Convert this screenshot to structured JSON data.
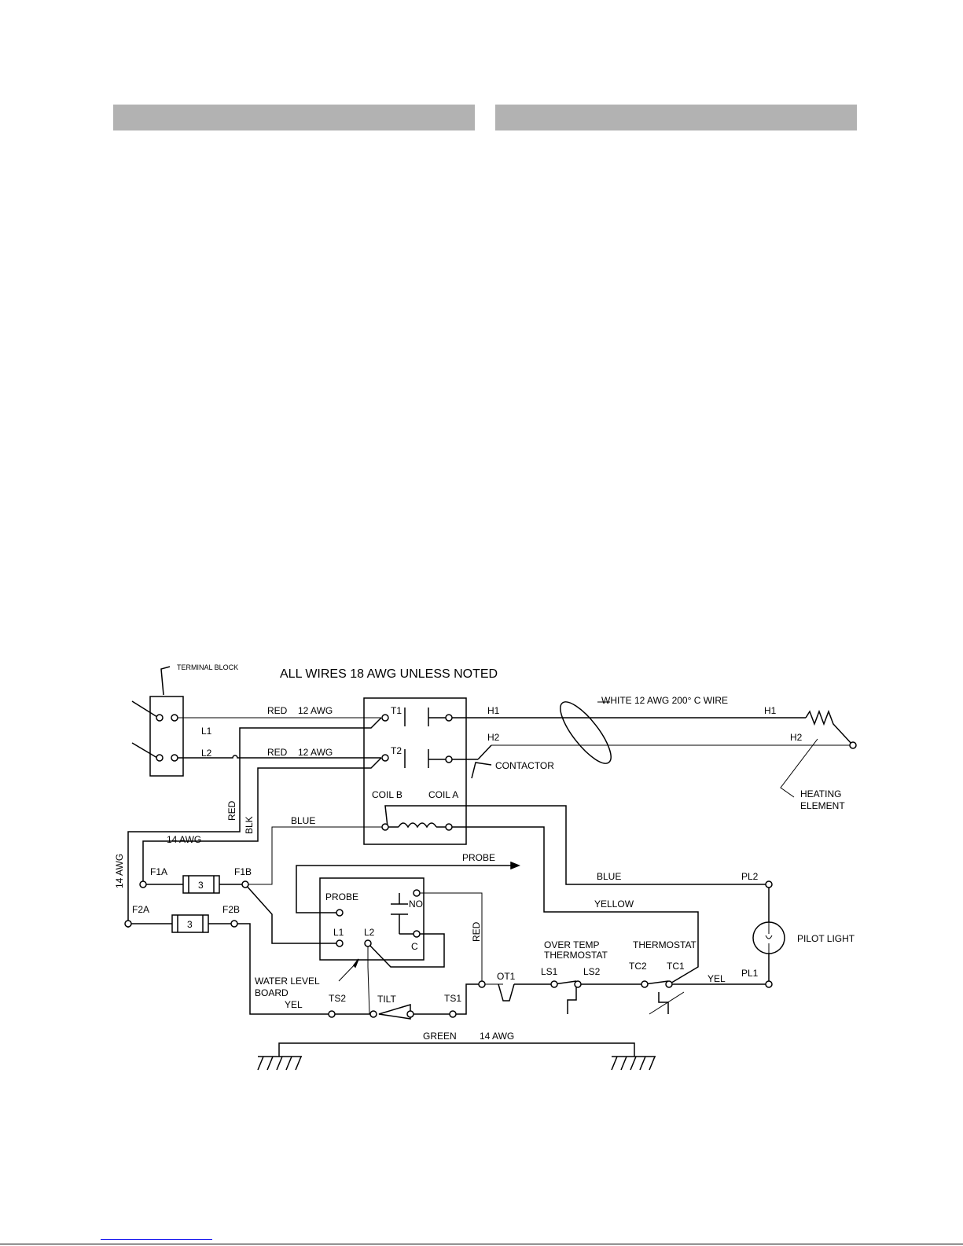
{
  "header_bars": [
    "",
    ""
  ],
  "diagram": {
    "title": "ALL WIRES 18 AWG UNLESS NOTED",
    "labels": {
      "terminal_block": "TERMINAL BLOCK",
      "l1": "L1",
      "l2": "L2",
      "red_12awg_1_color": "RED",
      "red_12awg_1_gauge": "12 AWG",
      "red_12awg_2_color": "RED",
      "red_12awg_2_gauge": "12 AWG",
      "t1": "T1",
      "t2": "T2",
      "h1_contactor": "H1",
      "h2_contactor": "H2",
      "white_wire": "WHITE 12 AWG 200° C WIRE",
      "h1_element": "H1",
      "h2_element": "H2",
      "contactor": "CONTACTOR",
      "coil_b": "COIL B",
      "coil_a": "COIL A",
      "heating_element_1": "HEATING",
      "heating_element_2": "ELEMENT",
      "red_vertical": "RED",
      "blk_vertical": "BLK",
      "blue_coil": "BLUE",
      "awg14_horizontal": "14 AWG",
      "awg14_vertical": "14 AWG",
      "f1a": "F1A",
      "f1b": "F1B",
      "fuse1": "3",
      "f2a": "F2A",
      "f2b": "F2B",
      "fuse2": "3",
      "probe_top": "PROBE",
      "probe_board": "PROBE",
      "no": "NO",
      "c": "C",
      "board_l1": "L1",
      "board_l2": "L2",
      "water_level_1": "WATER LEVEL",
      "water_level_2": "BOARD",
      "yel_bottom": "YEL",
      "ts2": "TS2",
      "tilt": "TILT",
      "ts1": "TS1",
      "blue_pl": "BLUE",
      "pl2": "PL2",
      "yellow": "YELLOW",
      "red_ot": "RED",
      "pilot_light": "PILOT LIGHT",
      "over_temp_1": "OVER TEMP",
      "over_temp_2": "THERMOSTAT",
      "thermostat": "THERMOSTAT",
      "ot1": "OT1",
      "ls1": "LS1",
      "ls2": "LS2",
      "tc2": "TC2",
      "tc1": "TC1",
      "yel_right": "YEL",
      "pl1": "PL1",
      "green": "GREEN",
      "green_gauge": "14 AWG"
    }
  }
}
